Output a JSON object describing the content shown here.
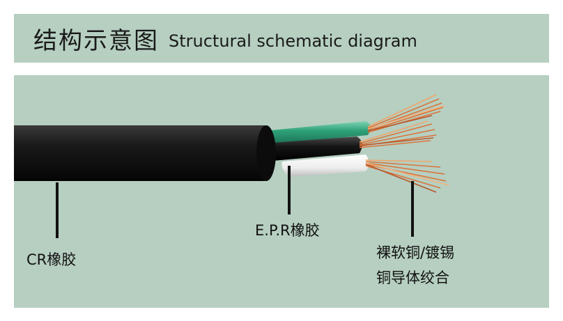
{
  "header": {
    "title_cn": "结构示意图",
    "title_en": "Structural schematic diagram"
  },
  "labels": {
    "sheath": "CR橡胶",
    "insulation": "E.P.R橡胶",
    "conductor_line1": "裸软铜/镀锡",
    "conductor_line2": "铜导体绞合"
  },
  "colors": {
    "panel_bg": "#b6cfc1",
    "sheath": "#111111",
    "wire_green": "#2fa27a",
    "wire_black": "#151515",
    "wire_white": "#f2f2f2",
    "copper": "#d9743a"
  }
}
